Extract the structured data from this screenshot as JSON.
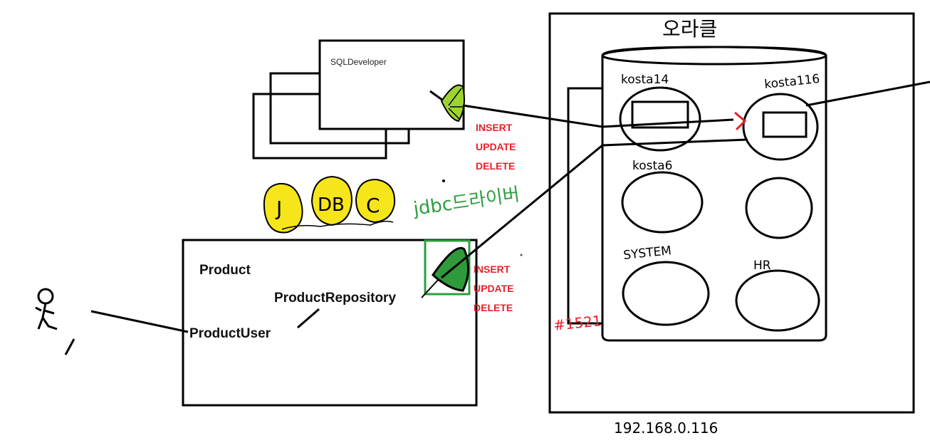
{
  "sqldev": {
    "title": "SQLDeveloper"
  },
  "dml_top": [
    "INSERT",
    "UPDATE",
    "DELETE"
  ],
  "dml_bottom": [
    "INSERT",
    "UPDATE",
    "DELETE"
  ],
  "jdbc": {
    "letters": [
      "J",
      "DB",
      "C"
    ],
    "driver_label": "jdbc드라이버"
  },
  "product": {
    "title": "Product",
    "repository": "ProductRepository",
    "user": "ProductUser"
  },
  "oracle": {
    "title": "오라클",
    "port": "#1521",
    "ip": "192.168.0.116",
    "schemas": [
      "kosta14",
      "kosta116",
      "kosta6",
      "SYSTEM",
      "HR"
    ]
  },
  "colors": {
    "ink": "#000000",
    "red": "#e8202a",
    "green": "#2e9e3e",
    "jdbc_yellow": "#f6e51a",
    "lime": "#9ed431",
    "dark_green": "#2f9a3a"
  }
}
